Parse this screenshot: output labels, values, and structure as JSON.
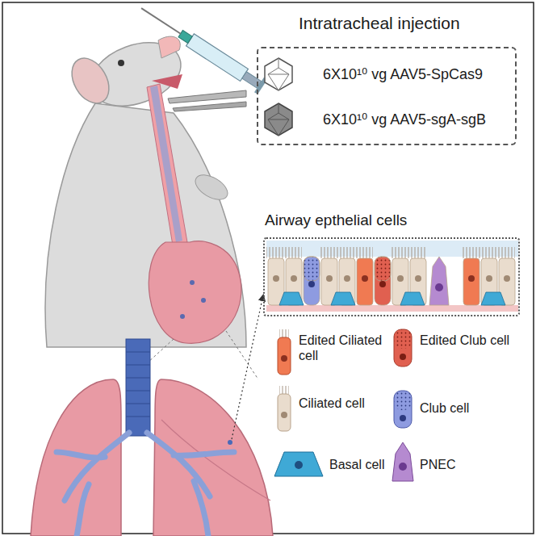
{
  "diagram": {
    "nodes": [
      {
        "text": [
          "Intratracheal injection",
          "6X10¹⁰ vg AAV5-SpCas9",
          "6X10¹⁰ vg AAV5-sgA-sgB"
        ]
      },
      {
        "text": [
          "Airway epthelial cells"
        ]
      }
    ],
    "legend": [
      {
        "text": "Edited Ciliated cell"
      },
      {
        "text": "Edited Club cell"
      },
      {
        "text": "Ciliated cell"
      },
      {
        "text": "Club cell"
      },
      {
        "text": "Basal cell"
      },
      {
        "text": "PNEC"
      }
    ]
  }
}
